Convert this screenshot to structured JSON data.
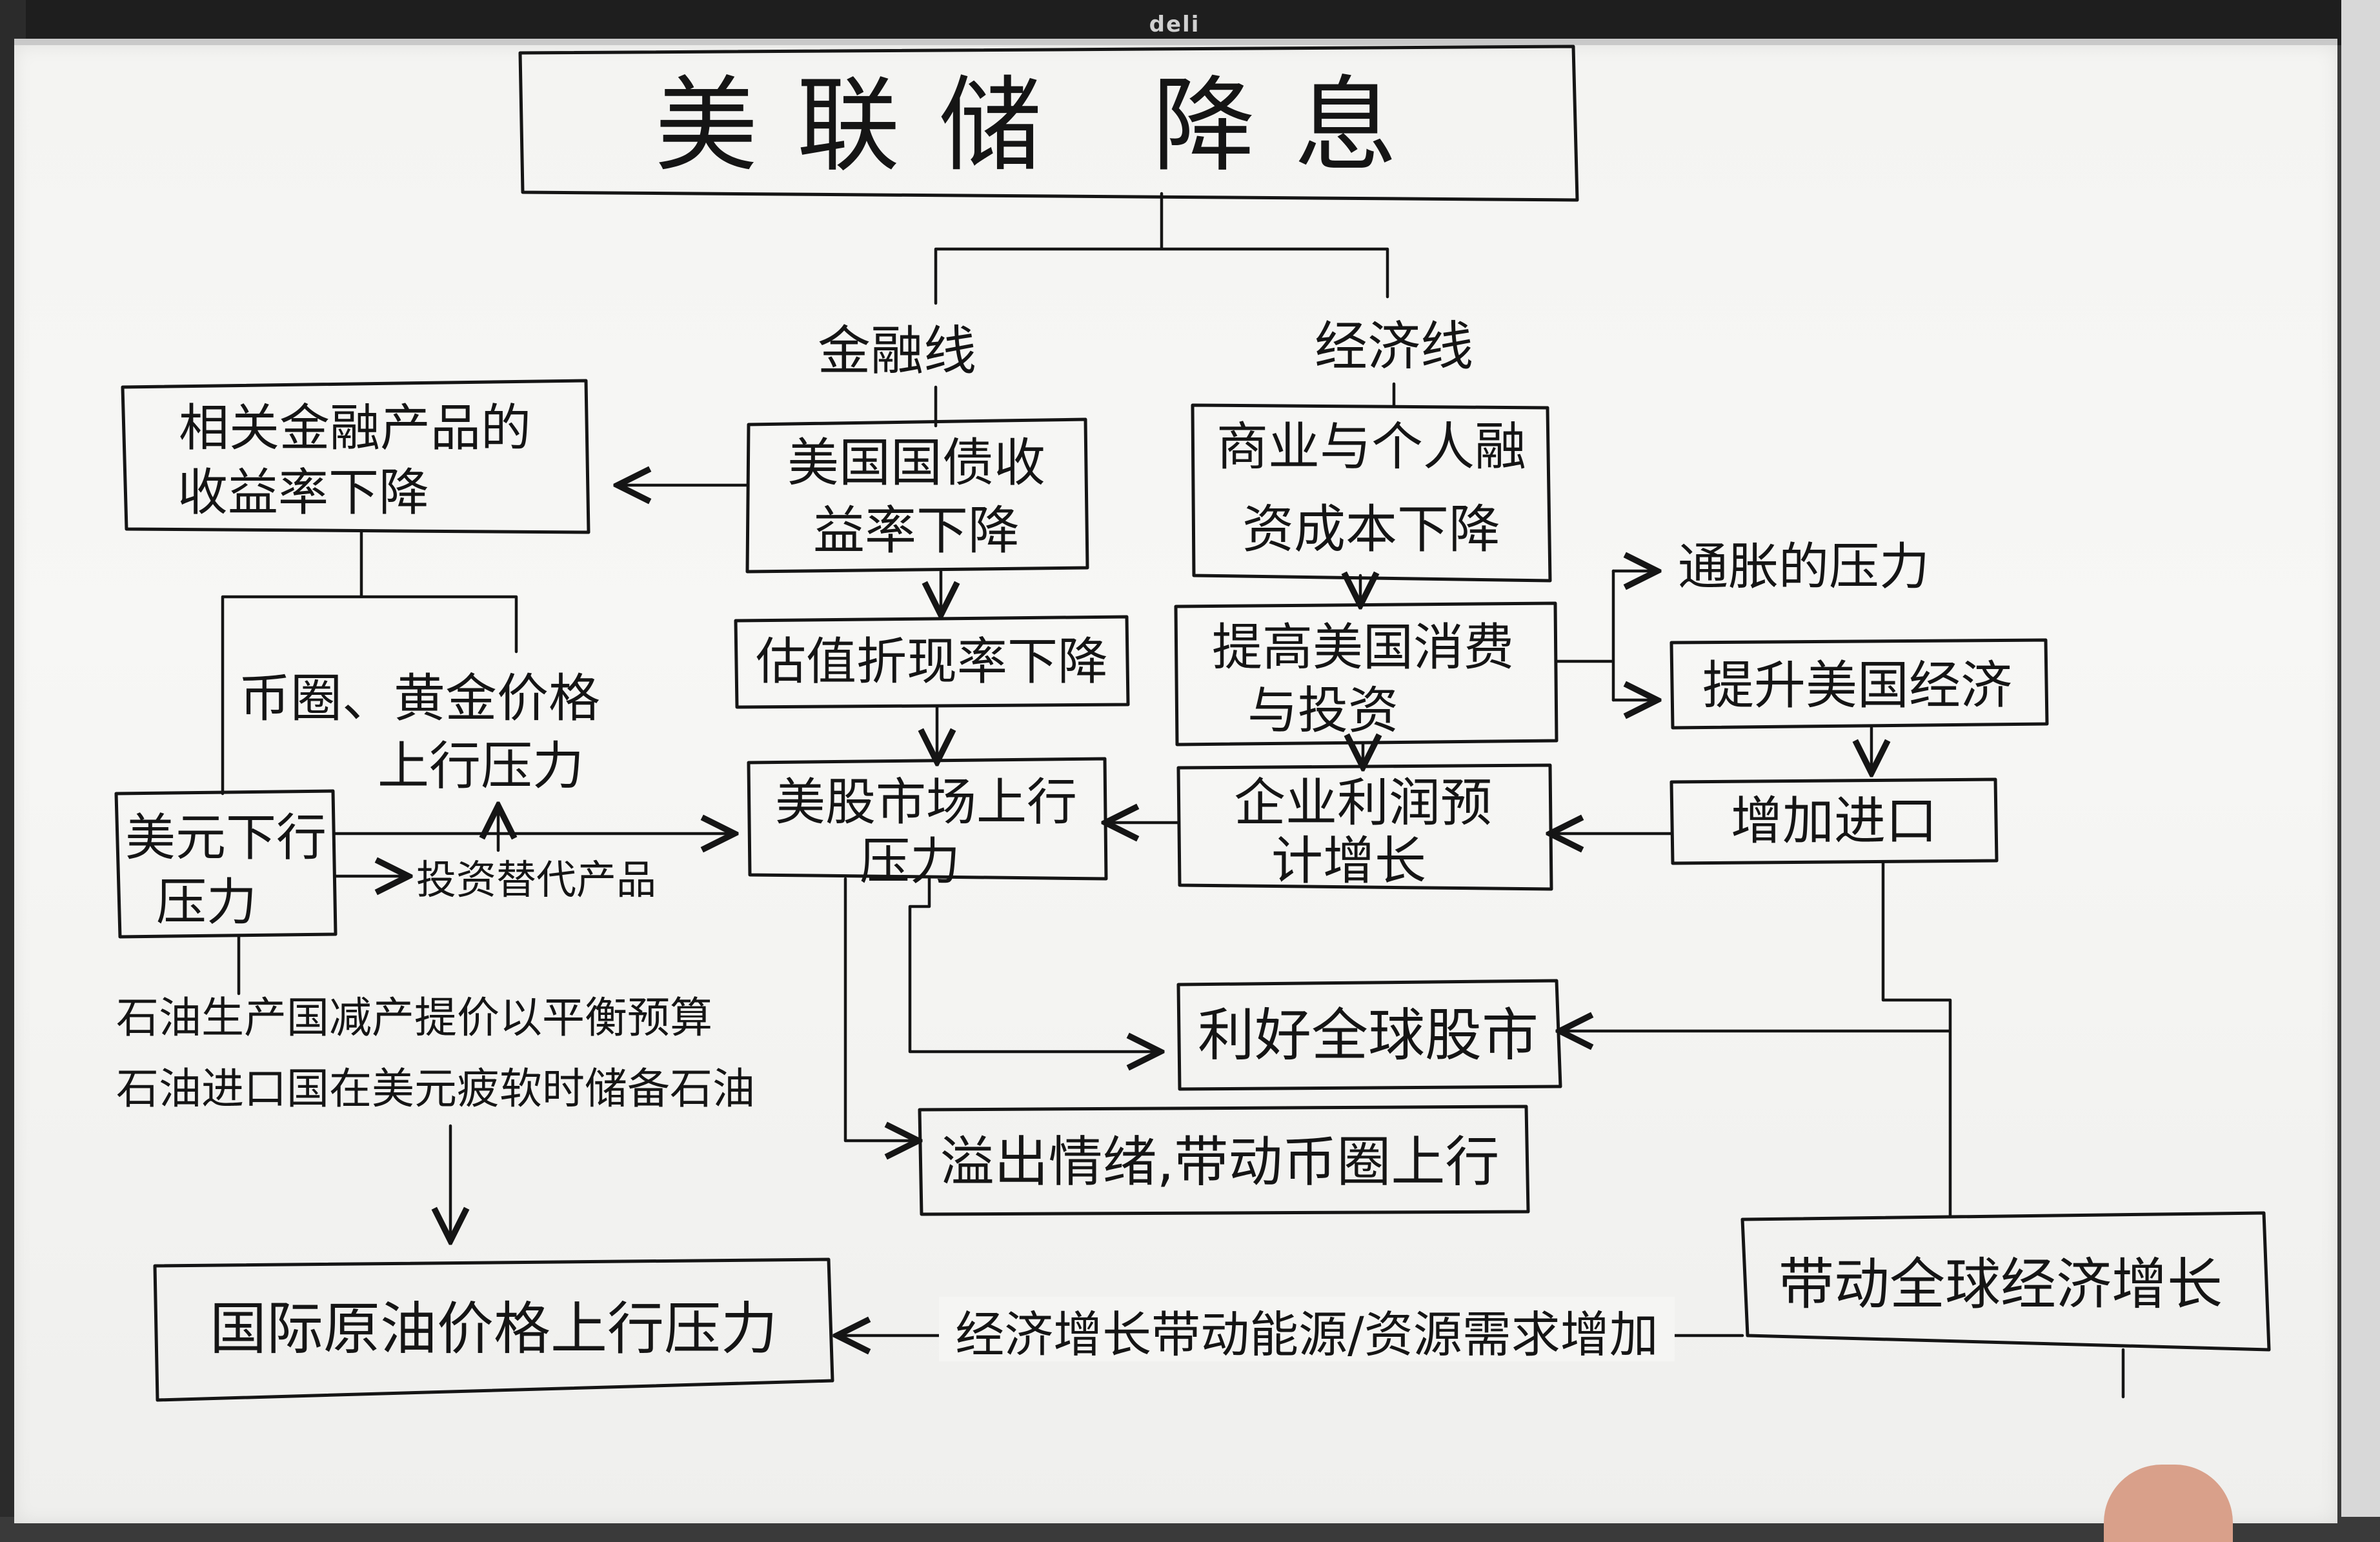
{
  "brand": "deli",
  "title": "美联储 降息",
  "branches": {
    "finance": "金融线",
    "economy": "经济线"
  },
  "nodes": {
    "related_yield": [
      "相关金融产品的",
      "收益率下降"
    ],
    "treasury_yield": [
      "美国国债收",
      "益率下降"
    ],
    "discount_rate": "估值折现率下降",
    "financing_cost": [
      "商业与个人融",
      "资成本下降"
    ],
    "consumption": [
      "提高美国消费",
      "与投资"
    ],
    "inflation": "通胀的压力",
    "boost_economy": "提升美国经济",
    "gold_pressure": [
      "币圈、黄金价格",
      "上行压力"
    ],
    "dollar_down": [
      "美元下行",
      "压力"
    ],
    "stock_up": [
      "美股市场上行",
      "压力"
    ],
    "profit_growth": [
      "企业利润预",
      "计增长"
    ],
    "import": "增加进口",
    "substitute": "投资替代产品",
    "global_stocks": "利好全球股市",
    "spillover": "溢出情绪,带动币圈上行",
    "oil_note_1": "石油生产国减产提价以平衡预算",
    "oil_note_2": "石油进口国在美元疲软时储备石油",
    "global_growth": "带动全球经济增长",
    "crude_oil": "国际原油价格上行压力",
    "energy_demand": "经济增长带动能源/资源需求增加"
  },
  "colors": {
    "ink": "#151515",
    "board": "#f6f6f4",
    "frame": "#2b2b2b"
  }
}
